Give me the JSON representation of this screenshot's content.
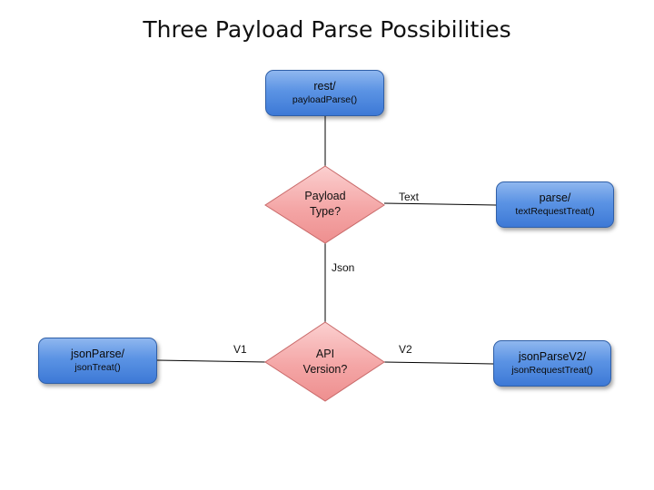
{
  "title": "Three Payload Parse Possibilities",
  "nodes": {
    "rest": {
      "line1": "rest/",
      "line2": "payloadParse()"
    },
    "parse": {
      "line1": "parse/",
      "line2": "textRequestTreat()"
    },
    "json_parse": {
      "line1": "jsonParse/",
      "line2": "jsonTreat()"
    },
    "json_parse_v2": {
      "line1": "jsonParseV2/",
      "line2": "jsonRequestTreat()"
    }
  },
  "decisions": {
    "payload_type": {
      "line1": "Payload",
      "line2": "Type?"
    },
    "api_version": {
      "line1": "API",
      "line2": "Version?"
    }
  },
  "edge_labels": {
    "text": "Text",
    "json": "Json",
    "v1": "V1",
    "v2": "V2"
  },
  "colors": {
    "process_fill": "#5b93e4",
    "decision_fill": "#f4a6a6",
    "line": "#000000"
  }
}
